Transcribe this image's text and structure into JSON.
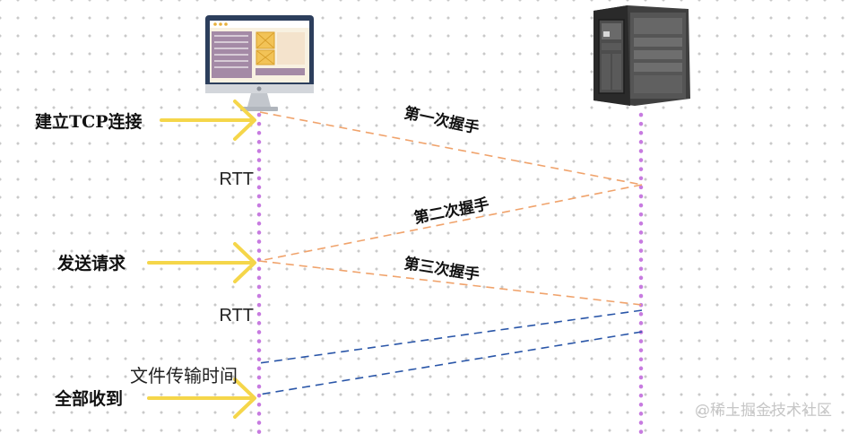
{
  "labels": {
    "establish_tcp": "建立TCP连接",
    "send_request": "发送请求",
    "all_received": "全部收到",
    "rtt_first": "RTT",
    "rtt_second": "RTT",
    "transfer_time": "文件传输时间"
  },
  "handshake": {
    "first": "第一次握手",
    "second": "第二次握手",
    "third": "第三次握手"
  },
  "watermark": "@稀土掘金技术社区",
  "icons": {
    "client": "desktop-computer-icon",
    "server": "server-tower-icon"
  },
  "colors": {
    "arrow": "#f5d64a",
    "timeline": "#c77be0",
    "handshake_line": "#f0a36c",
    "data_line": "#2a56a8"
  }
}
